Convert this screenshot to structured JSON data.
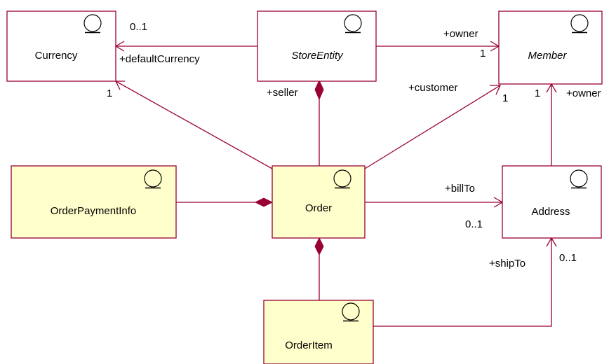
{
  "classes": {
    "currency": {
      "name": "Currency",
      "abstract": false
    },
    "store_entity": {
      "name": "StoreEntity",
      "abstract": true
    },
    "member": {
      "name": "Member",
      "abstract": true
    },
    "order_payment_info": {
      "name": "OrderPaymentInfo",
      "abstract": false
    },
    "order": {
      "name": "Order",
      "abstract": false
    },
    "address": {
      "name": "Address",
      "abstract": false
    },
    "order_item": {
      "name": "OrderItem",
      "abstract": false
    }
  },
  "associations": {
    "store_currency": {
      "multiplicity": "0..1",
      "role": "+defaultCurrency"
    },
    "store_member": {
      "role": "+owner",
      "multiplicity": "1"
    },
    "order_currency": {
      "multiplicity": "1"
    },
    "store_order": {
      "role": "+seller"
    },
    "order_member": {
      "role": "+customer",
      "multiplicity": "1"
    },
    "address_member": {
      "multiplicity": "1",
      "role": "+owner"
    },
    "order_address": {
      "role": "+billTo",
      "multiplicity": "0..1"
    },
    "orderitem_address": {
      "role": "+shipTo",
      "multiplicity": "0..1"
    }
  },
  "colors": {
    "line": "#990033",
    "highlight_fill": "#ffffcc",
    "plain_fill": "#ffffff"
  },
  "icons": {
    "class_stereotype": "entity-icon"
  }
}
